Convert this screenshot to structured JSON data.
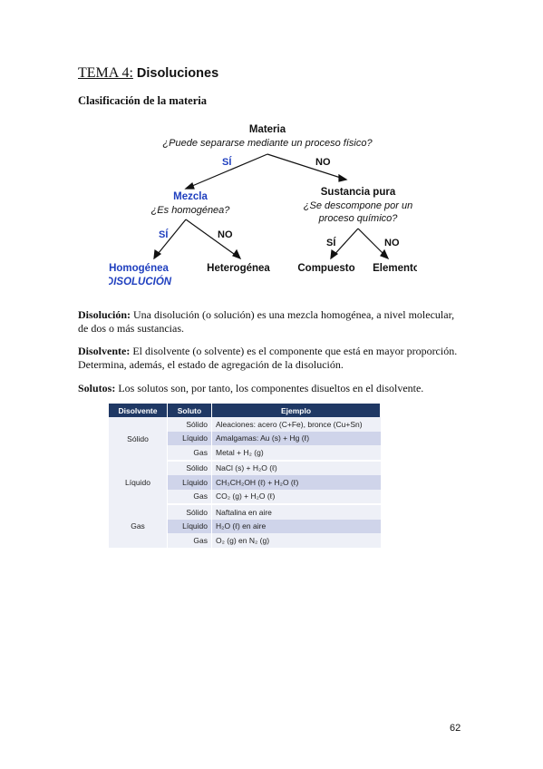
{
  "header": {
    "tema": "TEMA 4:",
    "topic": "Disoluciones"
  },
  "section_title": "Clasificación de la materia",
  "tree": {
    "root_label": "Materia",
    "root_question": "¿Puede separarse mediante un proceso físico?",
    "yes_label": "SÍ",
    "no_label": "NO",
    "mezcla_label": "Mezcla",
    "mezcla_question": "¿Es homogénea?",
    "sustancia_label": "Sustancia pura",
    "sustancia_question_1": "¿Se descompone por un",
    "sustancia_question_2": "proceso químico?",
    "homogenea_label": "Homogénea",
    "disolucion_label": "DISOLUCIÓN",
    "heterogenea_label": "Heterogénea",
    "compuesto_label": "Compuesto",
    "elemento_label": "Elemento",
    "colors": {
      "accent": "#1f3fbf",
      "text": "#111111"
    }
  },
  "definitions": {
    "disolucion_term": "Disolución:",
    "disolucion_text": " Una disolución (o solución) es una mezcla homogénea, a nivel molecular, de dos o más sustancias.",
    "disolvente_term": "Disolvente:",
    "disolvente_text": " El disolvente (o solvente) es el componente que está en mayor proporción. Determina, además, el estado de agregación de la disolución.",
    "solutos_term": "Solutos:",
    "solutos_text": " Los solutos son, por tanto, los componentes disueltos en el disolvente."
  },
  "table": {
    "headers": [
      "Disolvente",
      "Soluto",
      "Ejemplo"
    ],
    "groups": [
      {
        "disolvente": "Sólido",
        "rows": [
          {
            "soluto": "Sólido",
            "ejemplo": "Aleaciones: acero (C+Fe), bronce (Cu+Sn)"
          },
          {
            "soluto": "Líquido",
            "ejemplo": "Amalgamas: Au (s) + Hg (ℓ)"
          },
          {
            "soluto": "Gas",
            "ejemplo": "Metal + H₂ (g)"
          }
        ]
      },
      {
        "disolvente": "Líquido",
        "rows": [
          {
            "soluto": "Sólido",
            "ejemplo": "NaCl (s) + H₂O (ℓ)"
          },
          {
            "soluto": "Líquido",
            "ejemplo": "CH₃CH₂OH (ℓ) + H₂O (ℓ)"
          },
          {
            "soluto": "Gas",
            "ejemplo": "CO₂ (g) + H₂O (ℓ)"
          }
        ]
      },
      {
        "disolvente": "Gas",
        "rows": [
          {
            "soluto": "Sólido",
            "ejemplo": "Naftalina en aire"
          },
          {
            "soluto": "Líquido",
            "ejemplo": "H₂O (ℓ) en aire"
          },
          {
            "soluto": "Gas",
            "ejemplo": "O₂ (g) en N₂ (g)"
          }
        ]
      }
    ]
  },
  "page_number": "62"
}
